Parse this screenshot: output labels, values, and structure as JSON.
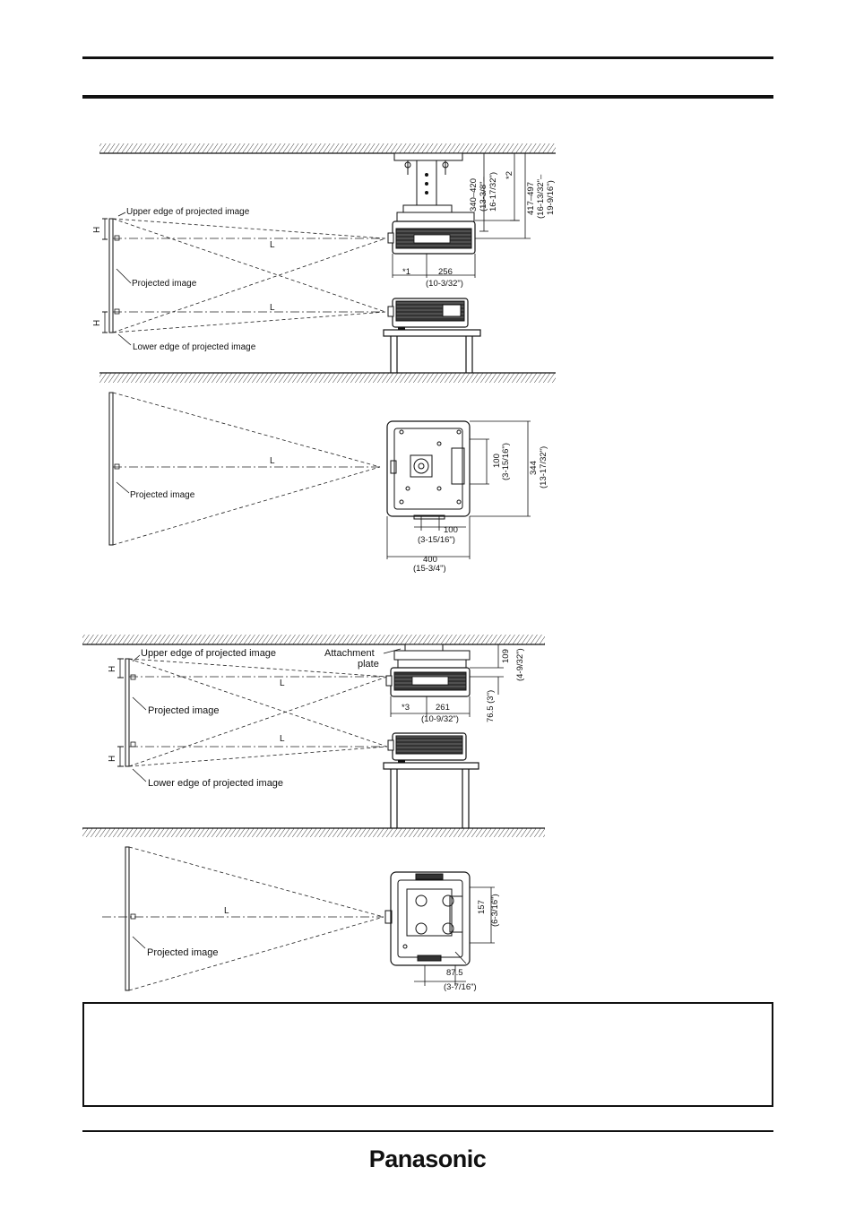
{
  "diagram1_side": {
    "upper_edge": "Upper edge of projected image",
    "lower_edge": "Lower edge of projected image",
    "projected_image": "Projected image",
    "h": "H",
    "l": "L",
    "dim_height_range": "340–420",
    "dim_height_range_in1": "(13-3/8\"–",
    "dim_height_range_in2": "16-17/32\")",
    "dim_star2": "*2",
    "dim_total_range": "417–497",
    "dim_total_range_in1": "(16-13/32\"–",
    "dim_total_range_in2": "19-9/16\")",
    "dim_star1": "*1",
    "dim_depth": "256",
    "dim_depth_in": "(10-3/32\")"
  },
  "diagram1_top": {
    "projected_image": "Projected image",
    "l": "L",
    "dim_100": "100",
    "dim_100_in": "(3-15/16\")",
    "dim_344": "344",
    "dim_344_in": "(13-17/32\")",
    "dim_100b": "100",
    "dim_100b_in": "(3-15/16\")",
    "dim_400": "400",
    "dim_400_in": "(15-3/4\")"
  },
  "diagram2_side": {
    "upper_edge": "Upper edge of projected image",
    "lower_edge": "Lower edge of projected image",
    "projected_image": "Projected image",
    "attachment1": "Attachment",
    "attachment2": "plate",
    "h": "H",
    "l": "L",
    "dim_109": "109",
    "dim_109_in": "(4-9/32\")",
    "dim_76": "76.5 (3\")",
    "dim_star3": "*3",
    "dim_261": "261",
    "dim_261_in": "(10-9/32\")"
  },
  "diagram2_top": {
    "projected_image": "Projected image",
    "l": "L",
    "dim_157": "157",
    "dim_157_in": "(6-3/16\")",
    "dim_87": "87.5",
    "dim_87_in": "(3-7/16\")"
  },
  "footer": {
    "brand": "Panasonic"
  }
}
